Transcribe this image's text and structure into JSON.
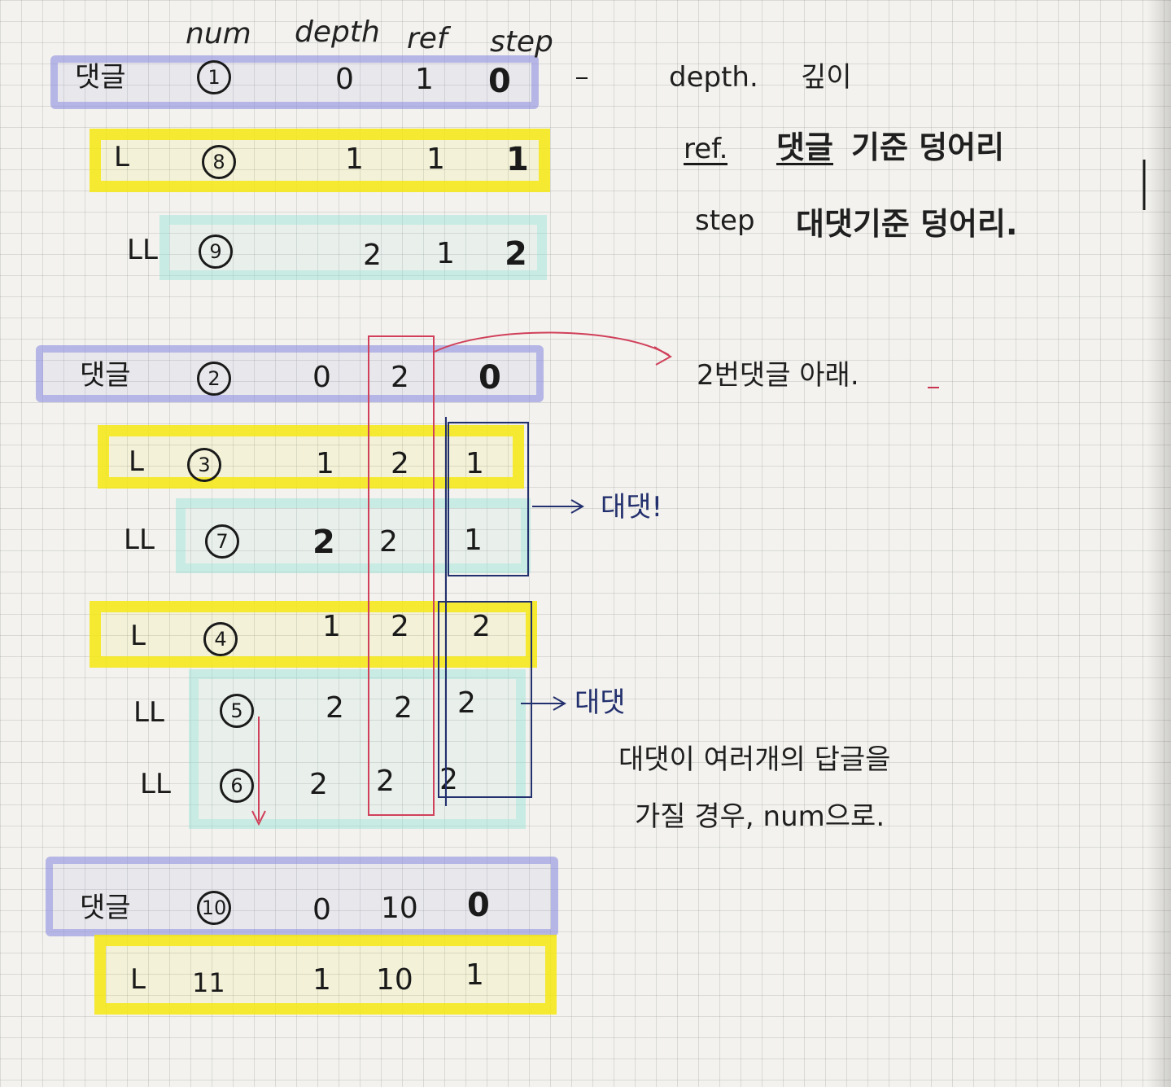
{
  "headers": {
    "num": "num",
    "depth": "depth",
    "ref": "ref",
    "step": "step"
  },
  "rows": [
    {
      "label": "댓글",
      "num": "1",
      "depth": "0",
      "ref": "1",
      "step": "0",
      "circled": true
    },
    {
      "label": "L",
      "num": "8",
      "depth": "1",
      "ref": "1",
      "step": "1",
      "circled": true
    },
    {
      "label": "LL",
      "num": "9",
      "depth": "2",
      "ref": "1",
      "step": "2",
      "circled": true
    },
    {
      "label": "댓글",
      "num": "2",
      "depth": "0",
      "ref": "2",
      "step": "0",
      "circled": true
    },
    {
      "label": "L",
      "num": "3",
      "depth": "1",
      "ref": "2",
      "step": "1",
      "circled": true
    },
    {
      "label": "LL",
      "num": "7",
      "depth": "2",
      "ref": "2",
      "step": "1",
      "circled": true
    },
    {
      "label": "L",
      "num": "4",
      "depth": "1",
      "ref": "2",
      "step": "2",
      "circled": true
    },
    {
      "label": "LL",
      "num": "5",
      "depth": "2",
      "ref": "2",
      "step": "2",
      "circled": true
    },
    {
      "label": "LL",
      "num": "6",
      "depth": "2",
      "ref": "2",
      "step": "2",
      "circled": true
    },
    {
      "label": "댓글",
      "num": "10",
      "depth": "0",
      "ref": "10",
      "step": "0",
      "circled": true
    },
    {
      "label": "L",
      "num": "11",
      "depth": "1",
      "ref": "10",
      "step": "1",
      "circled": false
    }
  ],
  "notes": {
    "depth_key": "depth.",
    "depth_text": "깊이",
    "ref_key": "ref.",
    "ref_text_a": "댓글",
    "ref_text_b": "기준 덩어리",
    "step_key": "step",
    "step_text": "대댓기준 덩어리.",
    "group_note": "2번댓글 아래.",
    "reply_note_1": "대댓!",
    "reply_note_2": "대댓",
    "rule_line_1": "대댓이 여러개의 답글을",
    "rule_line_2": "가질 경우, num으로."
  },
  "colors": {
    "ink": "#1a1a1a",
    "red_pen": "#c8334f",
    "blue_pen": "#23306e",
    "highlighter_purple": "#8a8cde",
    "highlighter_yellow": "#f5e814",
    "highlighter_teal": "#96e4d6"
  }
}
